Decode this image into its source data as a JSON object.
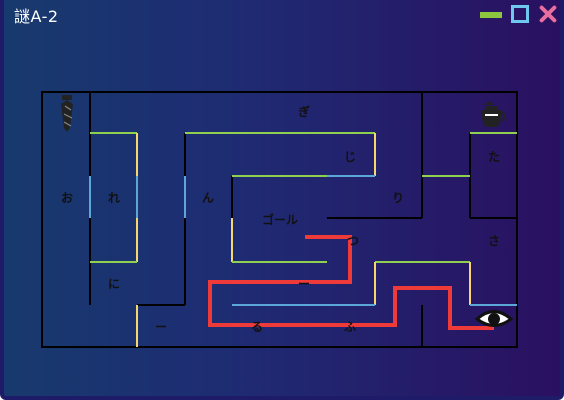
{
  "window": {
    "title": "謎A-2"
  },
  "icons": {
    "minimize": "minimize-icon",
    "maximize": "maximize-icon",
    "close": "close-icon",
    "tie": "necktie-icon",
    "kettle": "teapot-icon",
    "eye": "eye-icon"
  },
  "colors": {
    "wall": "#000000",
    "path": "#ef3a3a",
    "green_door": "#8fd14f",
    "blue_door": "#5aa7d8",
    "yellow_door": "#f5d76e"
  },
  "maze": {
    "goal_label": "ゴール",
    "chars": {
      "gi": "ぎ",
      "ji": "じ",
      "ta": "た",
      "o": "お",
      "re": "れ",
      "n": "ん",
      "ri": "り",
      "sa": "さ",
      "tsu": "つ",
      "ni": "に",
      "dash_mid": "ー",
      "dash_left": "ー",
      "ru": "る",
      "fu": "ふ"
    }
  }
}
